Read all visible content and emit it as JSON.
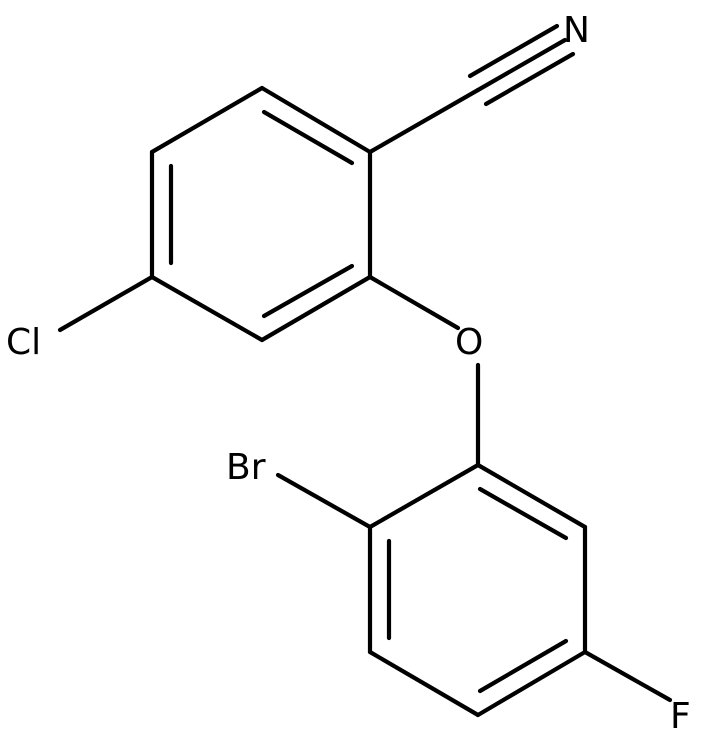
{
  "molecule": {
    "atoms": {
      "nitrogen": "N",
      "chlorine": "Cl",
      "oxygen": "O",
      "bromine": "Br",
      "fluorine": "F"
    },
    "colors": {
      "bond": "#000000",
      "label": "#000000",
      "background": "#ffffff"
    }
  }
}
